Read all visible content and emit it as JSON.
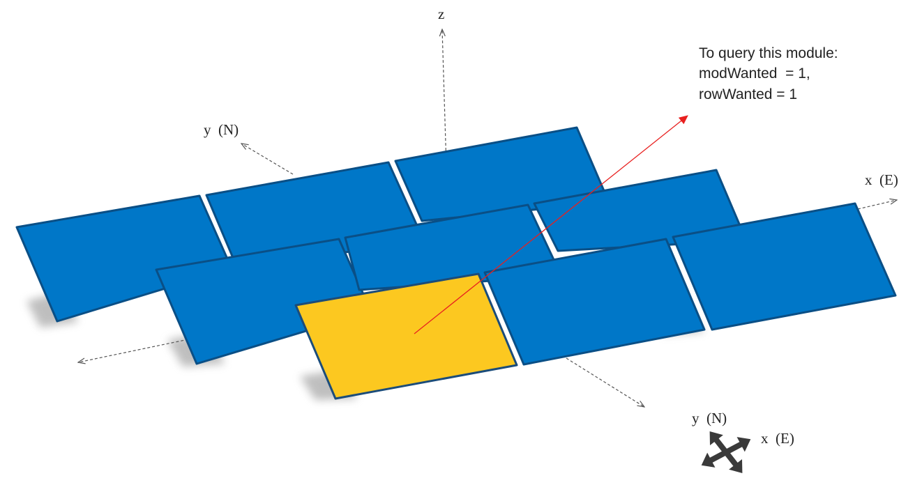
{
  "axes": {
    "z_label": "z",
    "y_label": "y  (N)",
    "x_label": "x  (E)"
  },
  "annotation": {
    "line1": "To query this module:",
    "line2": "modWanted  = 1,",
    "line3": "rowWanted = 1"
  },
  "compass": {
    "y_label": "y  (N)",
    "x_label": "x  (E)"
  },
  "colors": {
    "module_fill": "#0077c8",
    "module_stroke": "#0a4f86",
    "selected_fill": "#fcc820",
    "selected_stroke": "#1b4c7a",
    "ray": "#e8201f",
    "axis": "#555555",
    "compass": "#3a3a3a"
  },
  "modules": {
    "rows": 3,
    "modules_per_row": 3,
    "selected": {
      "modWanted": 1,
      "rowWanted": 1
    }
  }
}
